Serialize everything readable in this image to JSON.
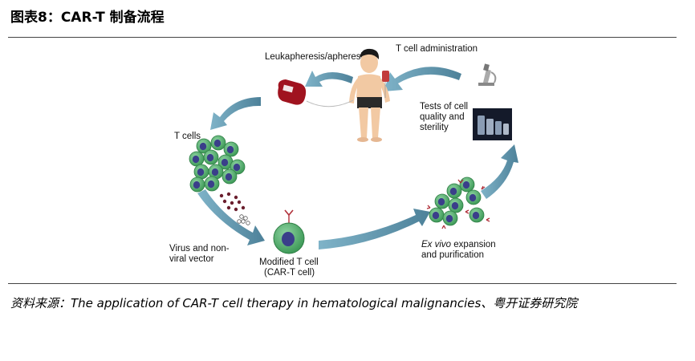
{
  "figure": {
    "title": "图表8：CAR-T 制备流程",
    "source": "资料来源：The application of CAR-T cell therapy in hematological malignancies、粤开证券研究院"
  },
  "labels": {
    "leukapheresis": "Leukapheresis/apheresis",
    "t_cell_admin": "T cell administration",
    "tests_1": "Tests of cell",
    "tests_2": "quality and",
    "tests_3": "sterility",
    "t_cells": "T cells",
    "virus_1": "Virus and non-",
    "virus_2": "viral vector",
    "modified_1": "Modified T cell",
    "modified_2": "(CAR-T cell)",
    "exvivo_italic": "Ex vivo",
    "exvivo_rest": " expansion",
    "purification": "and purification"
  },
  "colors": {
    "arrow": "#5b8fa6",
    "cell_green": "#4fae6a",
    "nucleus": "#3a3f8a",
    "receptor": "#b0303a",
    "blood": "#a0131f"
  }
}
